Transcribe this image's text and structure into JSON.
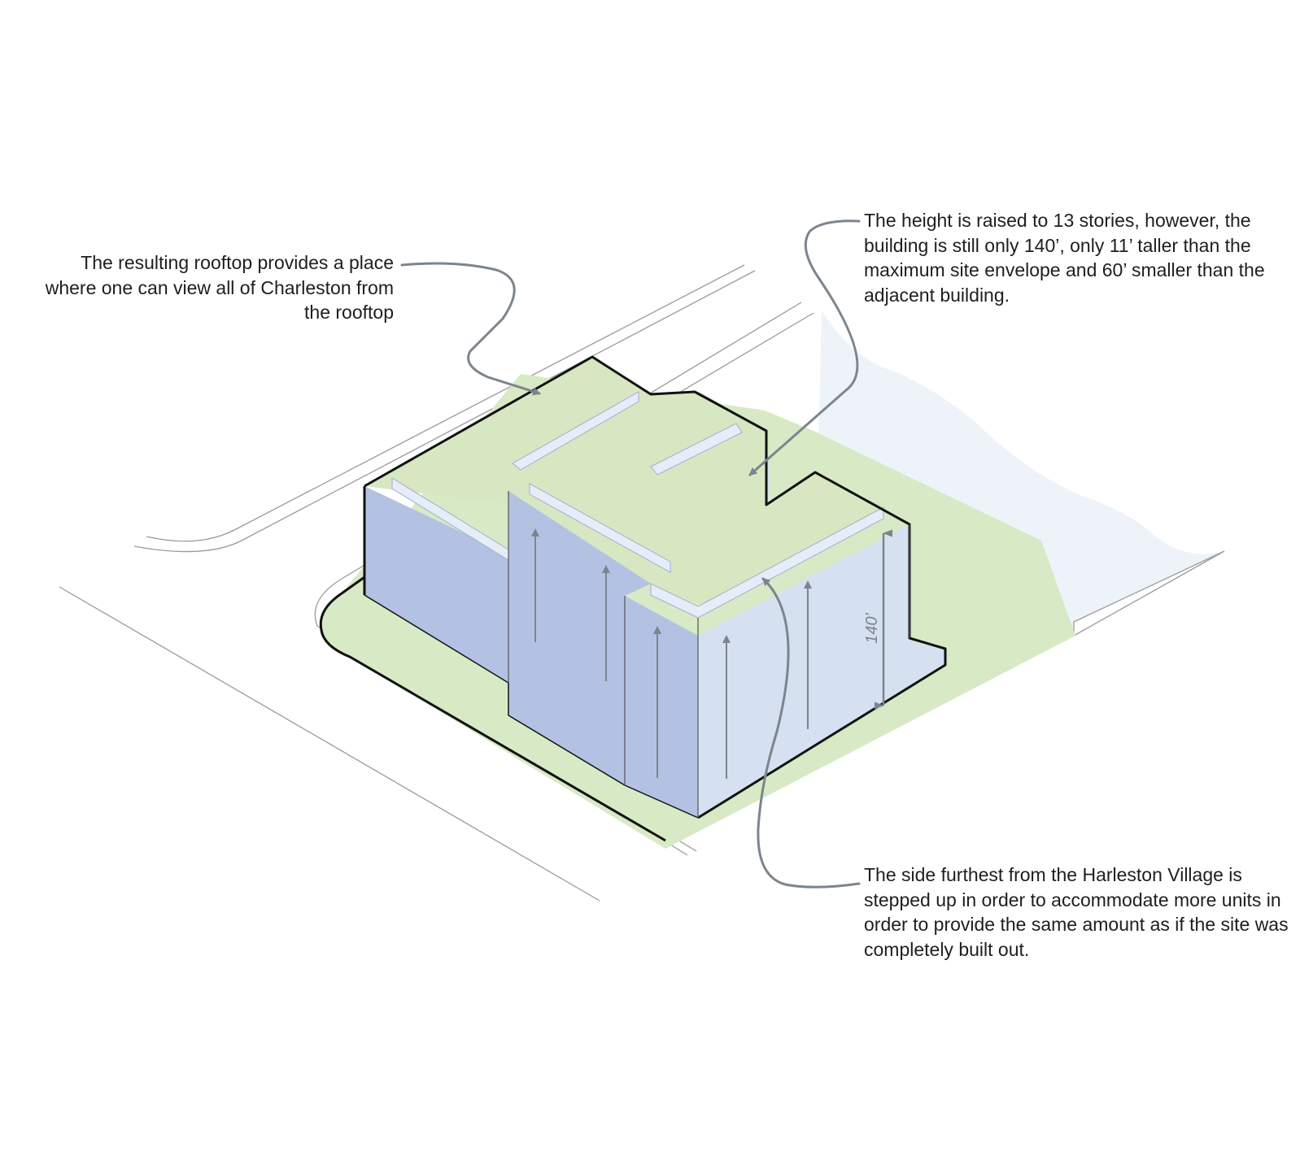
{
  "annotations": {
    "rooftop": "The resulting rooftop provides a place where one can view all of Charleston from the rooftop",
    "height": "The height is raised to 13 stories, however, the building is still only 140’, only 11’ taller than the maximum site envelope and 60’ smaller than the adjacent building.",
    "stepped": "The side furthest from the Harleston Village is stepped up in order to accommodate more units in order to provide the same amount as if the site was completely built out."
  },
  "dimension": {
    "height_label": "140’"
  },
  "colors": {
    "roof_green": "#d6e7c2",
    "site_green": "#d8e9c6",
    "facade_dark": "#b3c2e2",
    "facade_light": "#d5e1f1",
    "ledge": "#e6ecf8",
    "neighbor_shadow": "#eef3fa",
    "outline": "#111111",
    "leader": "#7c858e",
    "street_line": "#9a9a9a"
  }
}
